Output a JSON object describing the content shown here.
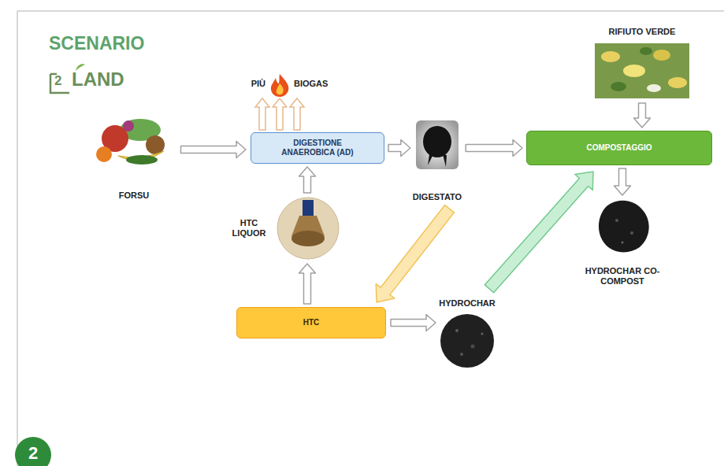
{
  "diagram": {
    "title": "SCENARIO",
    "nodes": [
      {
        "text": [
          "PIÙ",
          "BIOGAS"
        ]
      },
      {
        "text": [
          "RIFIUTO VERDE"
        ]
      },
      {
        "text": [
          "FORSU"
        ]
      },
      {
        "text": [
          "DIGESTIONE ANAEROBICA (AD)"
        ]
      },
      {
        "text": [
          "DIGESTATO"
        ]
      },
      {
        "text": [
          "COMPOSTAGGIO"
        ]
      },
      {
        "text": [
          "HTC LIQUOR"
        ]
      },
      {
        "text": [
          "HYDROCHAR CO-COMPOST"
        ]
      },
      {
        "text": [
          "HYDROCHAR"
        ]
      },
      {
        "text": [
          "HTC"
        ]
      }
    ],
    "edges": [
      {
        "from": 2,
        "to": 3,
        "arrow": "to"
      },
      {
        "from": 3,
        "to": 0,
        "arrow": "to"
      },
      {
        "from": 3,
        "to": 4,
        "arrow": "to"
      },
      {
        "from": 4,
        "to": 5,
        "arrow": "to"
      },
      {
        "from": 1,
        "to": 5,
        "arrow": "to"
      },
      {
        "from": 5,
        "to": 7,
        "arrow": "to"
      },
      {
        "from": 6,
        "to": 3,
        "arrow": "to"
      },
      {
        "from": 9,
        "to": 6,
        "arrow": "to"
      },
      {
        "from": 4,
        "to": 9,
        "arrow": "to"
      },
      {
        "from": 9,
        "to": 8,
        "arrow": "to"
      },
      {
        "from": 8,
        "to": 5,
        "arrow": "to"
      }
    ],
    "labels": [
      "2",
      "LAND",
      "2"
    ]
  }
}
